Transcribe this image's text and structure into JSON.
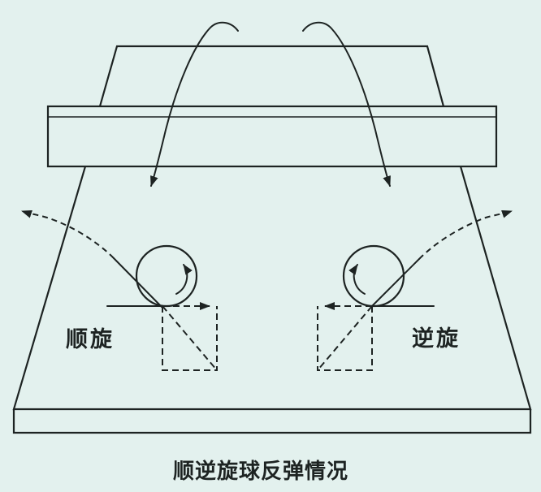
{
  "figure": {
    "left_spin_label": "顺旋",
    "right_spin_label": "逆旋",
    "caption": "顺逆旋球反弹情况"
  },
  "colors": {
    "background": "#e3f1ee",
    "ink": "#1d2322"
  }
}
